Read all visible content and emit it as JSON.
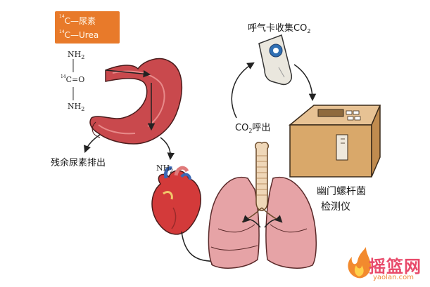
{
  "tracer": {
    "line1": "C—尿素",
    "line2": "C—Urea",
    "isotope": "14"
  },
  "molecule": {
    "top": "NH",
    "top_sub": "2",
    "center_isotope": "14",
    "center": "C=O",
    "bottom": "NH",
    "bottom_sub": "2"
  },
  "labels": {
    "residual_urea": "残余尿素排出",
    "nh2": "NH",
    "nh2_sub": "2",
    "co2_exhale_prefix": "CO",
    "co2_exhale_sub": "2",
    "co2_exhale_suffix": "呼出",
    "breath_card_prefix": "呼气卡收集CO",
    "breath_card_sub": "2",
    "detector_line1": "幽门螺杆菌",
    "detector_line2": "检测仪"
  },
  "watermark": {
    "brand": "摇篮网",
    "url": "yaolan.com",
    "icon": "flame-logo"
  },
  "colors": {
    "title_bg": "#e87a2a",
    "organ_red": "#c9494d",
    "lung_pink": "#e6a3a6",
    "trachea_beige": "#efd7b8",
    "device_tan": "#d9a86a",
    "card_blue": "#2f6fb3",
    "watermark_pink": "#e84a6a"
  }
}
